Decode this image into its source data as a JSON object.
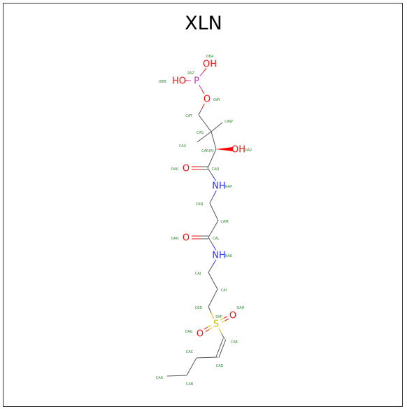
{
  "title": "XLN",
  "colors": {
    "bond": "#555555",
    "atom_name": "#2e8b2e",
    "O": "#ff0d0d",
    "N": "#3333ff",
    "P": "#cc33cc",
    "S": "#d4c000",
    "wedge": "#ff0000"
  },
  "atoms": [
    {
      "id": "OBA",
      "element": "O",
      "symbol": "OH",
      "name": "OBA"
    },
    {
      "id": "PAZ",
      "element": "P",
      "symbol": "P",
      "name": "PAZ"
    },
    {
      "id": "OBB",
      "element": "O",
      "symbol": "HO",
      "name": "OBB"
    },
    {
      "id": "OAY",
      "element": "O",
      "symbol": "O",
      "name": "OAY"
    },
    {
      "id": "CAT",
      "element": "C",
      "symbol": "",
      "name": "CAT"
    },
    {
      "id": "CAS",
      "element": "C",
      "symbol": "",
      "name": "CAS"
    },
    {
      "id": "CAW",
      "element": "C",
      "symbol": "",
      "name": "CAW"
    },
    {
      "id": "CAX",
      "element": "C",
      "symbol": "",
      "name": "CAX"
    },
    {
      "id": "CAR",
      "element": "C",
      "symbol": "",
      "name": "CAR(R)"
    },
    {
      "id": "OAV",
      "element": "O",
      "symbol": "OH",
      "name": "OAV"
    },
    {
      "id": "CAQ",
      "element": "C",
      "symbol": "",
      "name": "CAQ"
    },
    {
      "id": "OAU",
      "element": "O",
      "symbol": "O",
      "name": "OAU"
    },
    {
      "id": "NAP",
      "element": "N",
      "symbol": "NH",
      "name": "NAP"
    },
    {
      "id": "CAN",
      "element": "C",
      "symbol": "",
      "name": "CAN"
    },
    {
      "id": "CAM",
      "element": "C",
      "symbol": "",
      "name": "CAM"
    },
    {
      "id": "CAL",
      "element": "C",
      "symbol": "",
      "name": "CAL"
    },
    {
      "id": "OAO",
      "element": "O",
      "symbol": "O",
      "name": "OAO"
    },
    {
      "id": "NAK",
      "element": "N",
      "symbol": "NH",
      "name": "NAK"
    },
    {
      "id": "CAJ",
      "element": "C",
      "symbol": "",
      "name": "CAJ"
    },
    {
      "id": "CAI",
      "element": "C",
      "symbol": "",
      "name": "CAI"
    },
    {
      "id": "CBD",
      "element": "C",
      "symbol": "",
      "name": "CBD"
    },
    {
      "id": "SAF",
      "element": "S",
      "symbol": "S",
      "name": "SAF"
    },
    {
      "id": "OAH",
      "element": "O",
      "symbol": "O",
      "name": "OAH"
    },
    {
      "id": "OAG",
      "element": "O",
      "symbol": "O",
      "name": "OAG"
    },
    {
      "id": "CAE",
      "element": "C",
      "symbol": "",
      "name": "CAE"
    },
    {
      "id": "CAD",
      "element": "C",
      "symbol": "",
      "name": "CAD"
    },
    {
      "id": "CAC",
      "element": "C",
      "symbol": "",
      "name": "CAC"
    },
    {
      "id": "CAB",
      "element": "C",
      "symbol": "",
      "name": "CAB"
    },
    {
      "id": "CAA",
      "element": "C",
      "symbol": "",
      "name": "CAA"
    }
  ],
  "bonds": [
    {
      "a": "OBA",
      "b": "PAZ",
      "order": 1
    },
    {
      "a": "OBB",
      "b": "PAZ",
      "order": 1
    },
    {
      "a": "PAZ",
      "b": "OAY",
      "order": 1
    },
    {
      "a": "OAY",
      "b": "CAT",
      "order": 1
    },
    {
      "a": "CAT",
      "b": "CAS",
      "order": 1
    },
    {
      "a": "CAS",
      "b": "CAW",
      "order": 1
    },
    {
      "a": "CAS",
      "b": "CAX",
      "order": 1
    },
    {
      "a": "CAS",
      "b": "CAR",
      "order": 1
    },
    {
      "a": "CAR",
      "b": "OAV",
      "order": 1,
      "style": "wedge"
    },
    {
      "a": "CAR",
      "b": "CAQ",
      "order": 1
    },
    {
      "a": "CAQ",
      "b": "OAU",
      "order": 2
    },
    {
      "a": "CAQ",
      "b": "NAP",
      "order": 1
    },
    {
      "a": "NAP",
      "b": "CAN",
      "order": 1
    },
    {
      "a": "CAN",
      "b": "CAM",
      "order": 1
    },
    {
      "a": "CAM",
      "b": "CAL",
      "order": 1
    },
    {
      "a": "CAL",
      "b": "OAO",
      "order": 2
    },
    {
      "a": "CAL",
      "b": "NAK",
      "order": 1
    },
    {
      "a": "NAK",
      "b": "CAJ",
      "order": 1
    },
    {
      "a": "CAJ",
      "b": "CAI",
      "order": 1
    },
    {
      "a": "CAI",
      "b": "CBD",
      "order": 1
    },
    {
      "a": "CBD",
      "b": "SAF",
      "order": 1
    },
    {
      "a": "SAF",
      "b": "OAH",
      "order": 2
    },
    {
      "a": "SAF",
      "b": "OAG",
      "order": 2
    },
    {
      "a": "SAF",
      "b": "CAE",
      "order": 1
    },
    {
      "a": "CAE",
      "b": "CAD",
      "order": 2
    },
    {
      "a": "CAD",
      "b": "CAC",
      "order": 1
    },
    {
      "a": "CAC",
      "b": "CAB",
      "order": 1
    },
    {
      "a": "CAB",
      "b": "CAA",
      "order": 1
    }
  ]
}
